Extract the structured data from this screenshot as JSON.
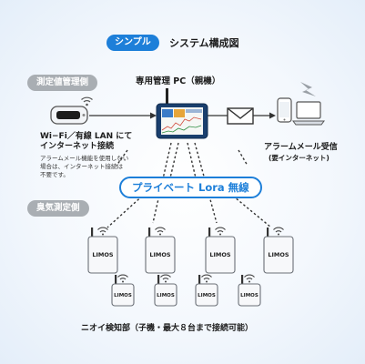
{
  "header": {
    "badge": "シンプル",
    "title": "システム構成図"
  },
  "sections": {
    "measurement_side": "測定値管理側",
    "odor_side": "臭気測定側"
  },
  "pc": {
    "label": "専用管理 PC（親機）"
  },
  "internet": {
    "line1": "Wi−Fi／有線 LAN にて",
    "line2": "インターネット接続",
    "note1": "アラームメール機能を使用しない",
    "note2": "場合は、インターネット接続は",
    "note3": "不要です。"
  },
  "alarm": {
    "line1": "アラームメール受信",
    "line2": "(要インターネット)"
  },
  "network": {
    "label": "プライベート Lora 無線"
  },
  "sensor": {
    "brand": "LIMOS"
  },
  "footer": {
    "caption": "ニオイ検知部（子機・最大８台まで接続可能）"
  },
  "icons": [
    "wifi-router-icon",
    "pc-tablet-icon",
    "mail-icon",
    "smartphone-icon",
    "laptop-icon",
    "lightning-icon",
    "wifi-signal-icon",
    "sensor-device-icon"
  ],
  "colors": {
    "accent": "#1d7fd9",
    "section_gray": "#a9aeb3",
    "pc_frame": "#1a3f6e"
  }
}
